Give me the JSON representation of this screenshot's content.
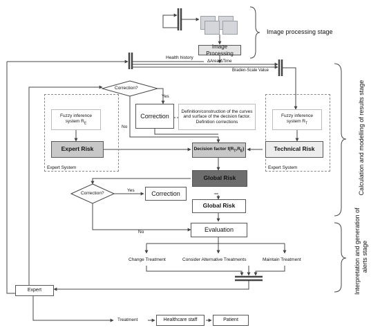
{
  "stages": {
    "image_processing": "Image processing stage",
    "calculation_line1": "Calculation and modelling of results stage",
    "interpretation_line1": "Interpretation and generation of",
    "interpretation_line2": "alerts stage"
  },
  "nodes": {
    "image_processing": "Image Processing",
    "health_history": "Health history",
    "delta_area": "ΔArea/ΔTime",
    "braden": "Braden-Scale Value",
    "correction_q1": "Correction?",
    "yes1": "Yes",
    "no1": "No",
    "correction1": "Correction",
    "definition_note": "Definition/construction of the curves and surface of the decision factor. Definition corrections",
    "fuzzy_expert_line1": "Fuzzy inference",
    "fuzzy_expert_line2": "system R",
    "fuzzy_expert_sub": "E",
    "fuzzy_tech_line1": "Fuzzy inference",
    "fuzzy_tech_line2": "system R",
    "fuzzy_tech_sub": "T",
    "expert_risk": "Expert Risk",
    "technical_risk": "Technical Risk",
    "decision_factor": "Decision factor f(R",
    "decision_factor_t": "T",
    "decision_factor_mid": ",R",
    "decision_factor_e": "E",
    "decision_factor_end": ")",
    "expert_system_left": "Expert System",
    "expert_system_right": "Expert System",
    "global_risk_1": "Global Risk",
    "correction_q2": "Correction?",
    "yes2": "Yes",
    "no2": "No",
    "correction2": "Correction",
    "global_risk_2": "Global Risk",
    "evaluation": "Evaluation",
    "change_treatment": "Change Treatment",
    "consider_alt": "Consider Alternative Treatments",
    "maintain_treatment": "Maintain Treatment",
    "expert": "Expert",
    "treatment": "Treatment",
    "healthcare_staff": "Healthcare staff",
    "patient": "Patient"
  },
  "colors": {
    "line": "#444444",
    "dark_box": "#6d6d6d",
    "mid_box": "#c8c8c8",
    "light_box": "#eeeeee"
  }
}
